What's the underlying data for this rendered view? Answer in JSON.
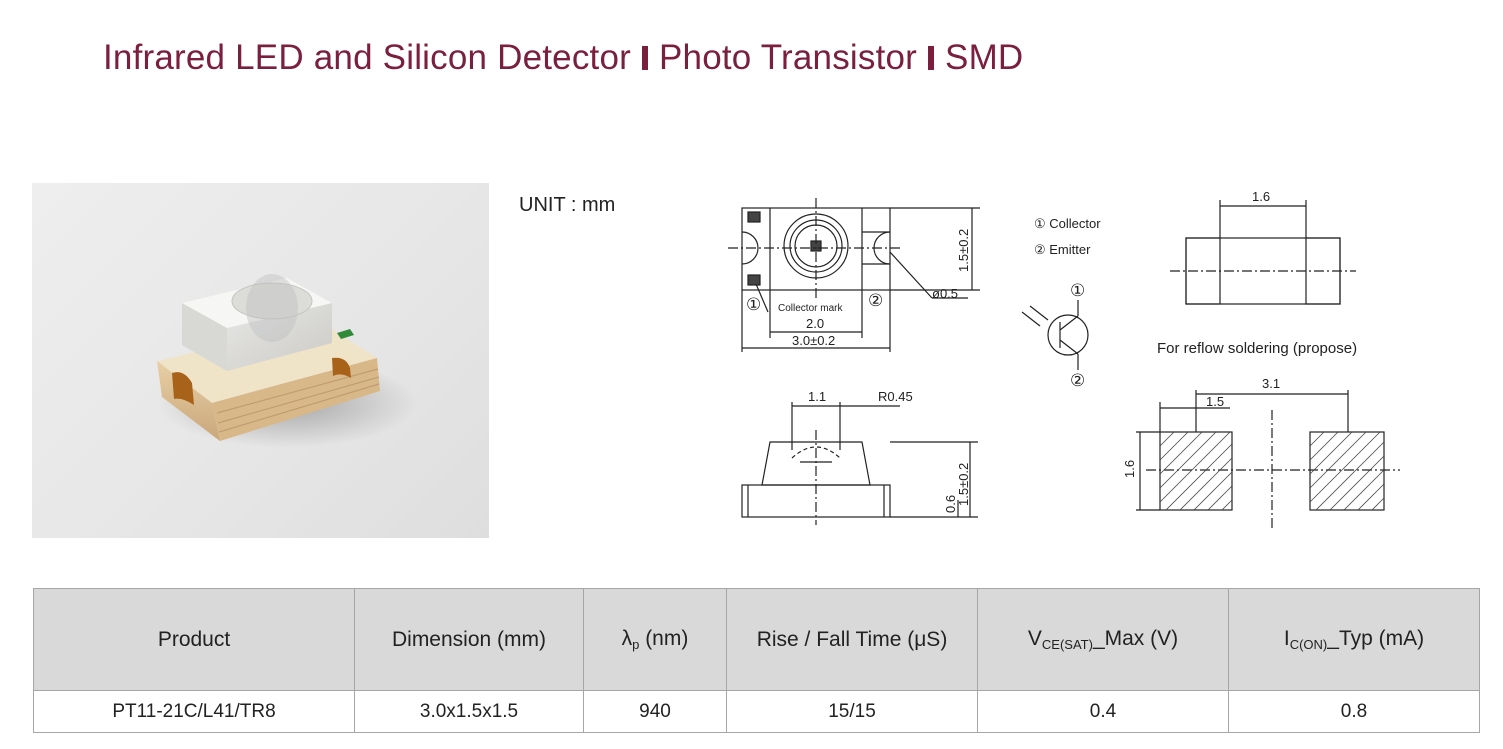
{
  "header": {
    "title_part1": "Infrared LED and Silicon Detector",
    "title_part2": "Photo Transistor",
    "title_part3": "SMD"
  },
  "unit_label": "UNIT : mm",
  "drawing": {
    "dim_2_0": "2.0",
    "dim_3_0": "3.0±0.2",
    "dim_1_5": "1.5±0.2",
    "dim_phi": "ø0.5",
    "collector_mark": "Collector mark",
    "pin1": "①",
    "pin2": "②",
    "legend_collector": "① Collector",
    "legend_emitter": "② Emitter",
    "dim_1_1": "1.1",
    "dim_r045": "R0.45",
    "dim_0_6": "0.6",
    "dim_side_1_5": "1.5±0.2",
    "dim_top_1_6": "1.6",
    "reflow_caption": "For reflow soldering (propose)",
    "dim_3_1": "3.1",
    "dim_pad_1_5": "1.5",
    "dim_pad_1_6": "1.6"
  },
  "table": {
    "headers": {
      "product": "Product",
      "dimension": "Dimension (mm)",
      "lambda_sym": "λ",
      "lambda_sub": "p",
      "lambda_unit": " (nm)",
      "rise_fall": "Rise / Fall Time (μS)",
      "vce_sym": "V",
      "vce_sub": "CE(SAT)",
      "vce_rest": "_Max (V)",
      "ic_sym": "I",
      "ic_sub": "C(ON)",
      "ic_rest": "_Typ (mA)"
    },
    "rows": [
      {
        "product": "PT11-21C/L41/TR8",
        "dimension": "3.0x1.5x1.5",
        "lambda": "940",
        "rise_fall": "15/15",
        "vce": "0.4",
        "ic": "0.8"
      }
    ]
  }
}
